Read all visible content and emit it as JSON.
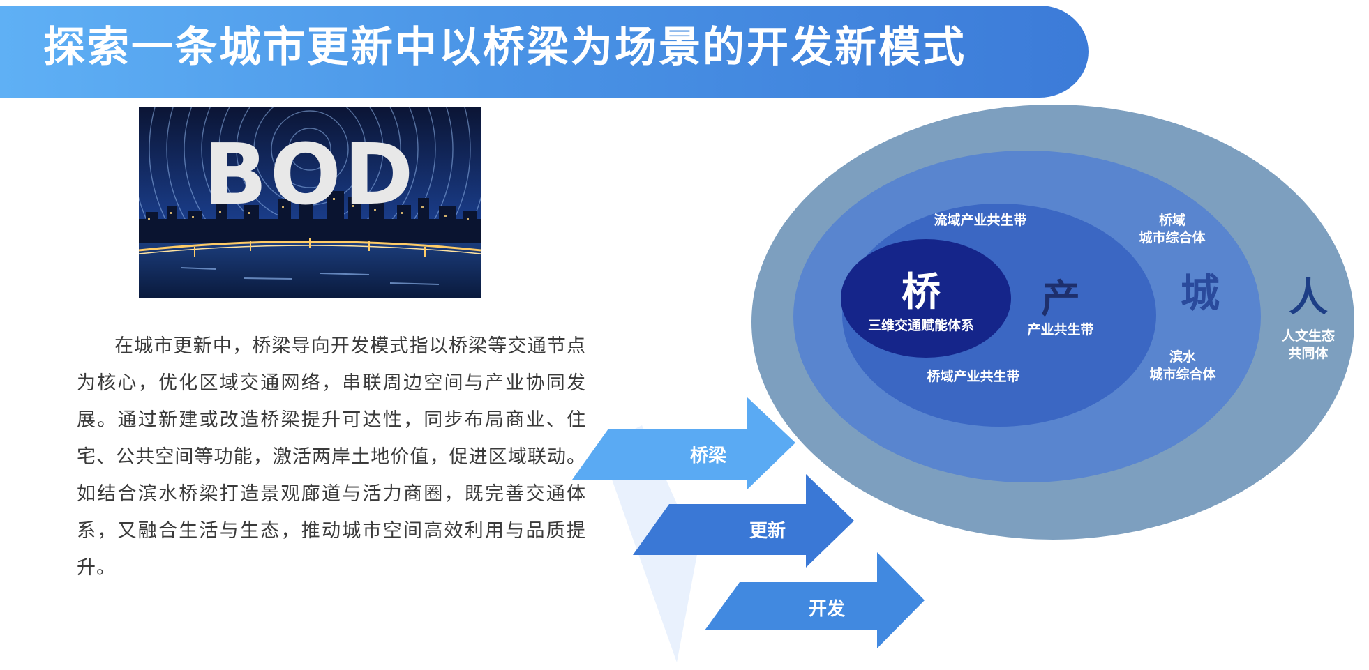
{
  "header": {
    "title": "探索一条城市更新中以桥梁为场景的开发新模式"
  },
  "image": {
    "overlay_text": "BOD"
  },
  "body": {
    "paragraph": "在城市更新中，桥梁导向开发模式指以桥梁等交通节点为核心，优化区域交通网络，串联周边空间与产业协同发展。通过新建或改造桥梁提升可达性，同步布局商业、住宅、公共空间等功能，激活两岸土地价值，促进区域联动。如结合滨水桥梁打造景观廊道与活力商圈，既完善交通体系，又融合生活与生态，推动城市空间高效利用与品质提升。"
  },
  "arrows": [
    {
      "label": "桥梁"
    },
    {
      "label": "更新"
    },
    {
      "label": "开发"
    }
  ],
  "diagram": {
    "outer": {
      "char": "人",
      "caption_line1": "人文生态",
      "caption_line2": "共同体"
    },
    "city": {
      "char": "城",
      "top_line1": "桥域",
      "top_line2": "城市综合体",
      "bottom_line1": "滨水",
      "bottom_line2": "城市综合体"
    },
    "industry": {
      "char": "产",
      "caption": "产业共生带",
      "top_label": "流域产业共生带",
      "bottom_label": "桥域产业共生带"
    },
    "bridge": {
      "char": "桥",
      "caption": "三维交通赋能体系"
    }
  },
  "colors": {
    "banner_start": "#5fb0f5",
    "banner_end": "#3c7bd8",
    "ring_outer": "#7d9fbf",
    "ring_city": "#5985cf",
    "ring_industry": "#3b67c3",
    "ring_core": "#15258a",
    "arrow_1": "#5aaaf3",
    "arrow_2": "#3a78d6",
    "arrow_3": "#4189e0",
    "char_outer": "#1d3e86",
    "char_city": "#2a4a9c",
    "char_industry": "#1e2f6c"
  }
}
